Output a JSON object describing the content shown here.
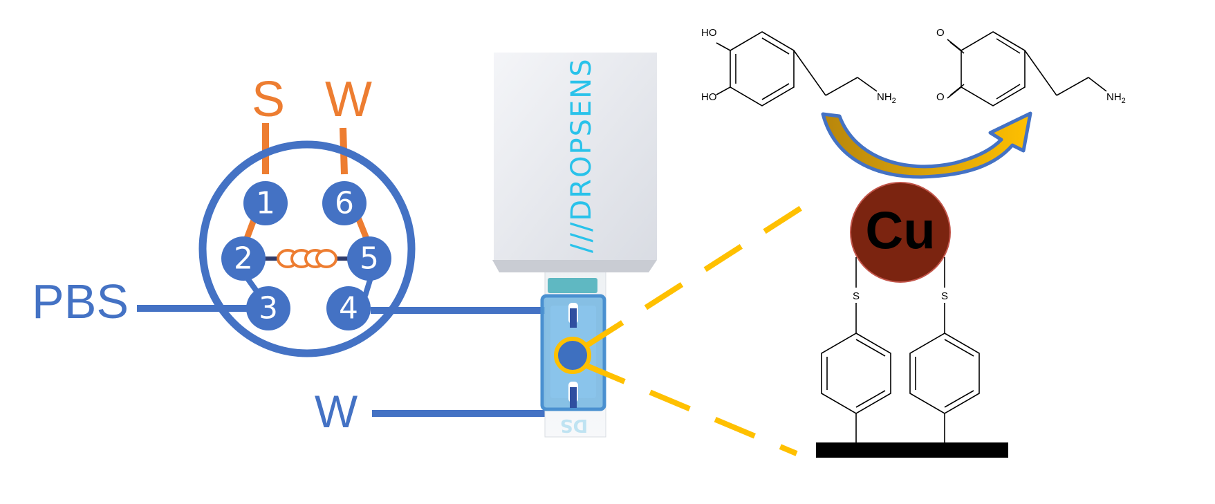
{
  "valve": {
    "label_sample": "S",
    "label_waste_top": "W",
    "label_buffer": "PBS",
    "label_waste_bottom": "W",
    "ports": [
      "1",
      "2",
      "3",
      "4",
      "5",
      "6"
    ]
  },
  "electrode": {
    "brand": "///DROPSENS",
    "footer": "DS"
  },
  "reaction": {
    "reactant_oh_top": "HO",
    "reactant_oh_bottom": "HO",
    "reactant_amine": "NH2",
    "product_o_top": "O",
    "product_o_bottom": "O",
    "product_amine": "NH2"
  },
  "surface": {
    "metal": "Cu",
    "linker_left": "S",
    "linker_right": "S"
  },
  "colors": {
    "blue": "#4472C4",
    "orange": "#ED7D31",
    "gold": "#FFC000",
    "copper": "#7B2410",
    "cyan": "#29C2EA"
  }
}
